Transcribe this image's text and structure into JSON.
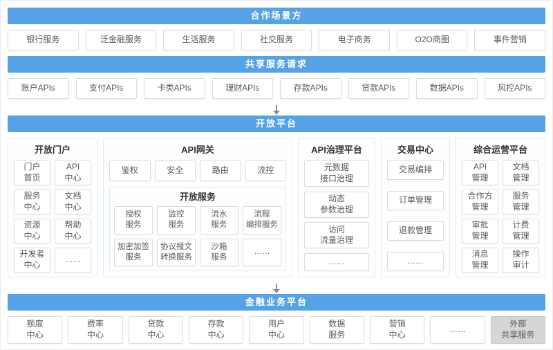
{
  "colors": {
    "accent": "#55a2e6",
    "box_border": "#dcdcdc",
    "external_bg": "#d6d6d6",
    "arrow": "#8c8c8c"
  },
  "partners": {
    "title": "合作场景方",
    "items": [
      "银行服务",
      "泛金融服务",
      "生活服务",
      "社交服务",
      "电子商务",
      "O2O商圈",
      "事件营销"
    ]
  },
  "shared_requests": {
    "title": "共享服务请求",
    "items": [
      "账户APIs",
      "支付APIs",
      "卡类APIs",
      "理财APIs",
      "存款APIs",
      "贷款APIs",
      "数据APIs",
      "风控APIs"
    ]
  },
  "platform": {
    "title": "开放平台",
    "portal": {
      "title": "开放门户",
      "items": [
        "门户\n首页",
        "API\n中心",
        "服务\n中心",
        "文档\n中心",
        "资源\n中心",
        "帮助\n中心",
        "开发者\n中心",
        "……"
      ]
    },
    "gateway": {
      "title": "API网关",
      "items": [
        "鉴权",
        "安全",
        "路由",
        "流控"
      ],
      "services": {
        "title": "开放服务",
        "items": [
          "授权\n服务",
          "监控\n服务",
          "流水\n服务",
          "流程\n编排服务",
          "加密加签\n服务",
          "协议报文\n转换服务",
          "沙箱\n服务",
          "……"
        ]
      }
    },
    "governance": {
      "title": "API治理平台",
      "items": [
        "元数据\n接口治理",
        "动态\n参数治理",
        "访问\n流量治理",
        "……"
      ]
    },
    "trade": {
      "title": "交易中心",
      "items": [
        "交易编排",
        "订单管理",
        "退款管理",
        "……"
      ]
    },
    "operations": {
      "title": "综合运营平台",
      "items": [
        "API\n管理",
        "文档\n管理",
        "合作方\n管理",
        "服务\n管理",
        "审批\n管理",
        "计费\n管理",
        "消息\n管理",
        "操作\n审计"
      ]
    }
  },
  "financial": {
    "title": "金融业务平台",
    "items": [
      "额度\n中心",
      "费率\n中心",
      "贷款\n中心",
      "存款\n中心",
      "用户\n中心",
      "数据\n服务",
      "营销\n中心",
      "……",
      "外部\n共享服务"
    ]
  }
}
